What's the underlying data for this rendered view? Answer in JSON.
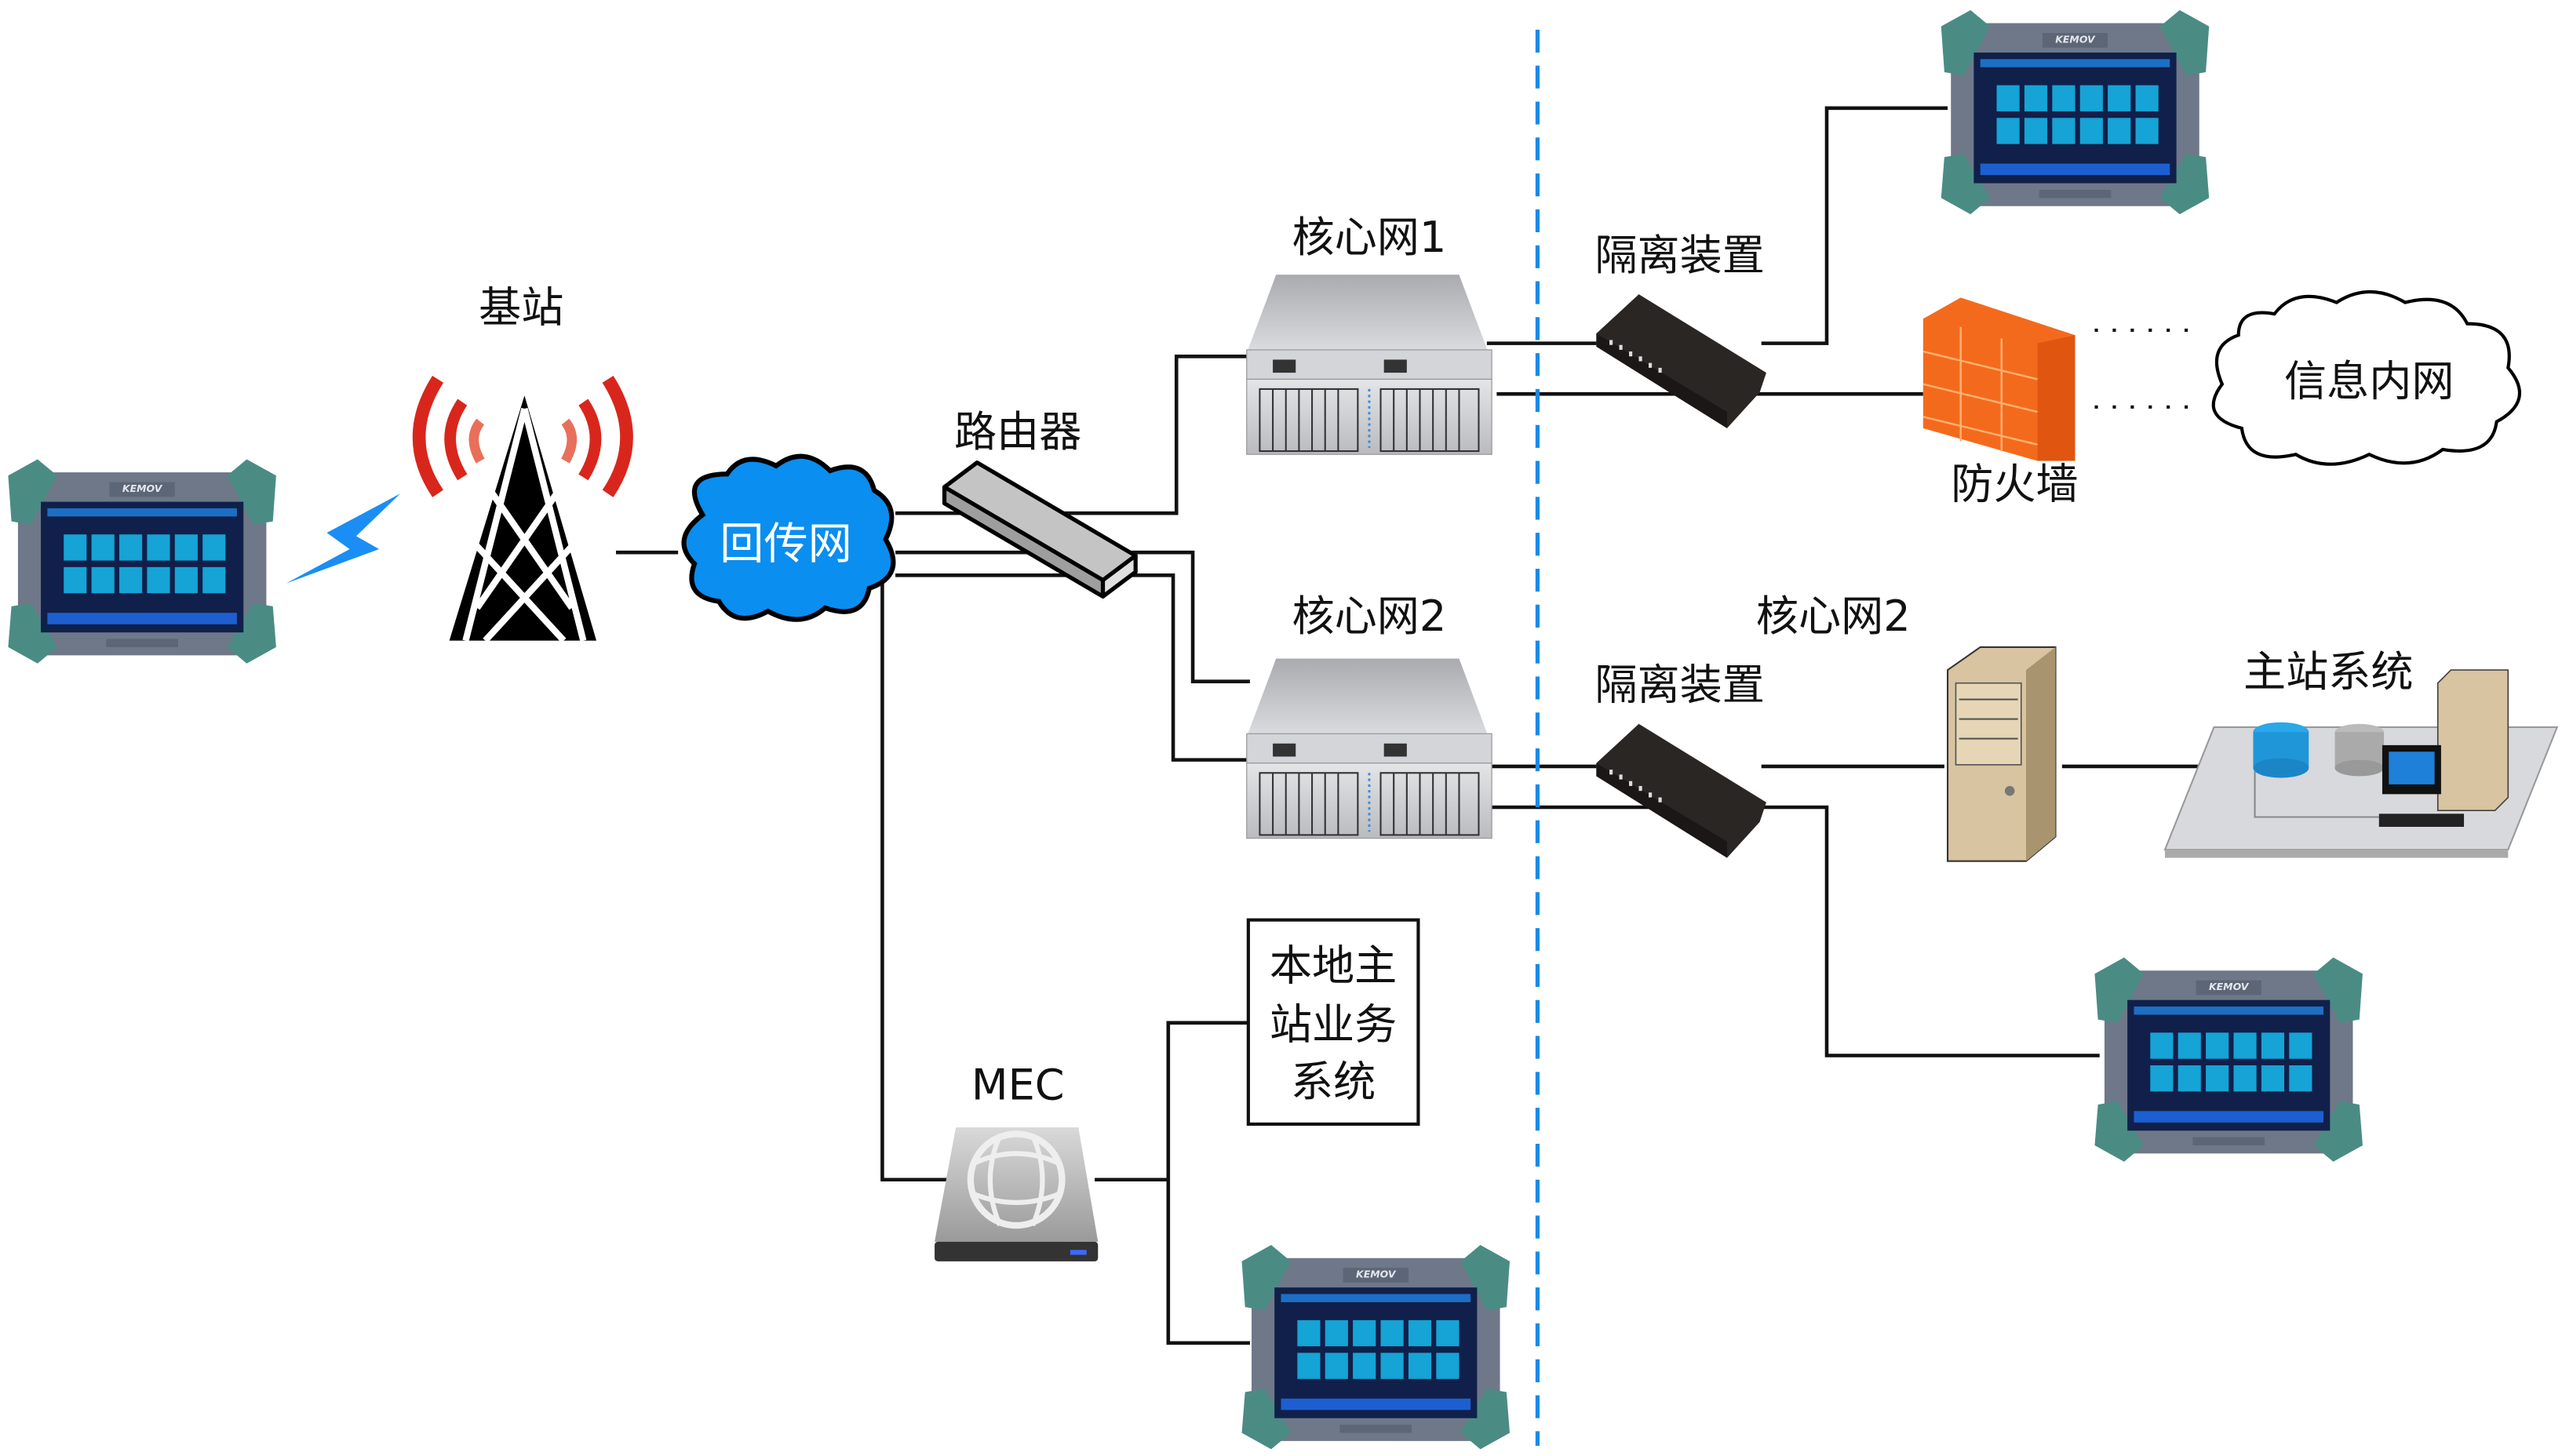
{
  "labels": {
    "base_station": "基站",
    "backhaul": "回传网",
    "router": "路由器",
    "core1": "核心网1",
    "core2": "核心网2",
    "isolation1": "隔离装置",
    "isolation2": "隔离装置",
    "core2_right": "核心网2",
    "firewall": "防火墙",
    "intranet": "信息内网",
    "master_station": "主站系统",
    "mec": "MEC",
    "local_system": [
      "本地主站业务系统"
    ],
    "local_system_lines": [
      "本地主",
      "站业务",
      "系统"
    ]
  },
  "device": {
    "brand": "KEMOV"
  },
  "colors": {
    "cloud_blue": "#0a8ef0",
    "divider_blue": "#1a8ae6",
    "signal_red": "#d9261c",
    "bolt_blue": "#1a8ef5",
    "firewall_orange": "#f46a1c",
    "device_teal": "#4a8c84"
  }
}
